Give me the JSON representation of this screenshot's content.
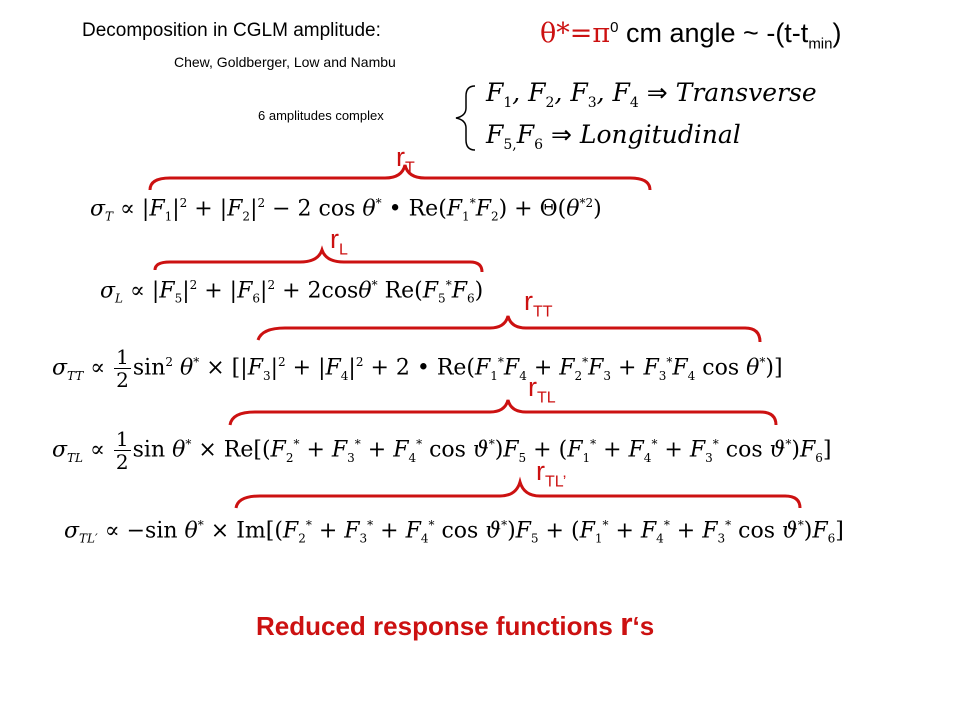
{
  "header": {
    "title": "Decomposition in CGLM amplitude:",
    "authors": "Chew, Goldberger, Low and Nambu",
    "theta_symbol": "θ*",
    "equals_pi": "=π",
    "pi_superscript": "0",
    "cm_angle": "cm angle ~ -(t-t",
    "min_subscript": "min",
    "close_paren": ")"
  },
  "amplitudes": {
    "label": "6 amplitudes complex",
    "transverse": "Transverse",
    "longitudinal": "Longitudinal"
  },
  "response_labels": {
    "T": "T",
    "L": "L",
    "TT": "TT",
    "TL": "TL",
    "TLp": "TL’"
  },
  "footer": {
    "text": "Reduced  response functions ",
    "r": "r",
    "suffix": "‘s"
  },
  "colors": {
    "accent": "#cc1111",
    "text": "#000000",
    "background": "#ffffff"
  }
}
